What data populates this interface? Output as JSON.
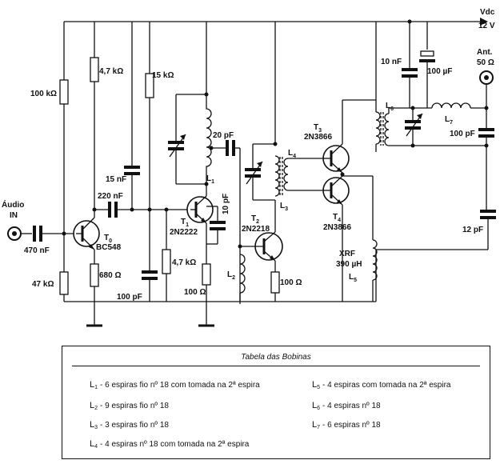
{
  "power": {
    "label": "Vdc",
    "value": "12 V"
  },
  "antenna": {
    "label": "Ant.",
    "impedance": "50 Ω"
  },
  "audio_input": {
    "label": "Áudio",
    "sublabel": "IN"
  },
  "transistors": [
    {
      "ref": "T",
      "sub": "0",
      "part": "BC548"
    },
    {
      "ref": "T",
      "sub": "1",
      "part": "2N2222"
    },
    {
      "ref": "T",
      "sub": "2",
      "part": "2N2218"
    },
    {
      "ref": "T",
      "sub": "3",
      "part": "2N3866"
    },
    {
      "ref": "T",
      "sub": "4",
      "part": "2N3866"
    }
  ],
  "resistors": {
    "r_100k": "100 kΩ",
    "r_47k": "47 kΩ",
    "r_4k7_top": "4,7 kΩ",
    "r_680": "680 Ω",
    "r_15k": "15 kΩ",
    "r_4k7_bottom": "4,7 kΩ",
    "r_100_t1": "100 Ω",
    "r_100_t2": "100 Ω"
  },
  "capacitors": {
    "c_470n": "470 nF",
    "c_220n": "220 nF",
    "c_15n": "15 nF",
    "c_100p_left": "100 pF",
    "c_20p": "20 pF",
    "c_10p": "10 pF",
    "c_10n": "10 nF",
    "c_100u": "100 µF",
    "c_100p_right": "100 pF",
    "c_12p": "12 pF"
  },
  "coils": {
    "l1": {
      "ref": "L",
      "sub": "1"
    },
    "l2": {
      "ref": "L",
      "sub": "2"
    },
    "l3": {
      "ref": "L",
      "sub": "3"
    },
    "l4": {
      "ref": "L",
      "sub": "4"
    },
    "l5": {
      "ref": "L",
      "sub": "5"
    },
    "l6": {
      "ref": "L",
      "sub": "6"
    },
    "l7": {
      "ref": "L",
      "sub": "7"
    }
  },
  "choke": {
    "label": "XRF",
    "value": "390 µH"
  },
  "coil_table": {
    "title": "Tabela das Bobinas",
    "rows": [
      {
        "sym": "L",
        "num": "1",
        "text": "- 6 espiras fio nº 18 com tomada na 2ª espira"
      },
      {
        "sym": "L",
        "num": "2",
        "text": "- 9 espiras fio nº 18"
      },
      {
        "sym": "L",
        "num": "3",
        "text": "- 3 espiras fio nº 18"
      },
      {
        "sym": "L",
        "num": "4",
        "text": "- 4 espiras nº 18 com tomada na 2ª espira"
      },
      {
        "sym": "L",
        "num": "5",
        "text": "- 4 espiras com tomada na 2ª espira"
      },
      {
        "sym": "L",
        "num": "6",
        "text": "- 4 espiras nº 18"
      },
      {
        "sym": "L",
        "num": "7",
        "text": "- 6 espiras nº 18"
      }
    ]
  }
}
